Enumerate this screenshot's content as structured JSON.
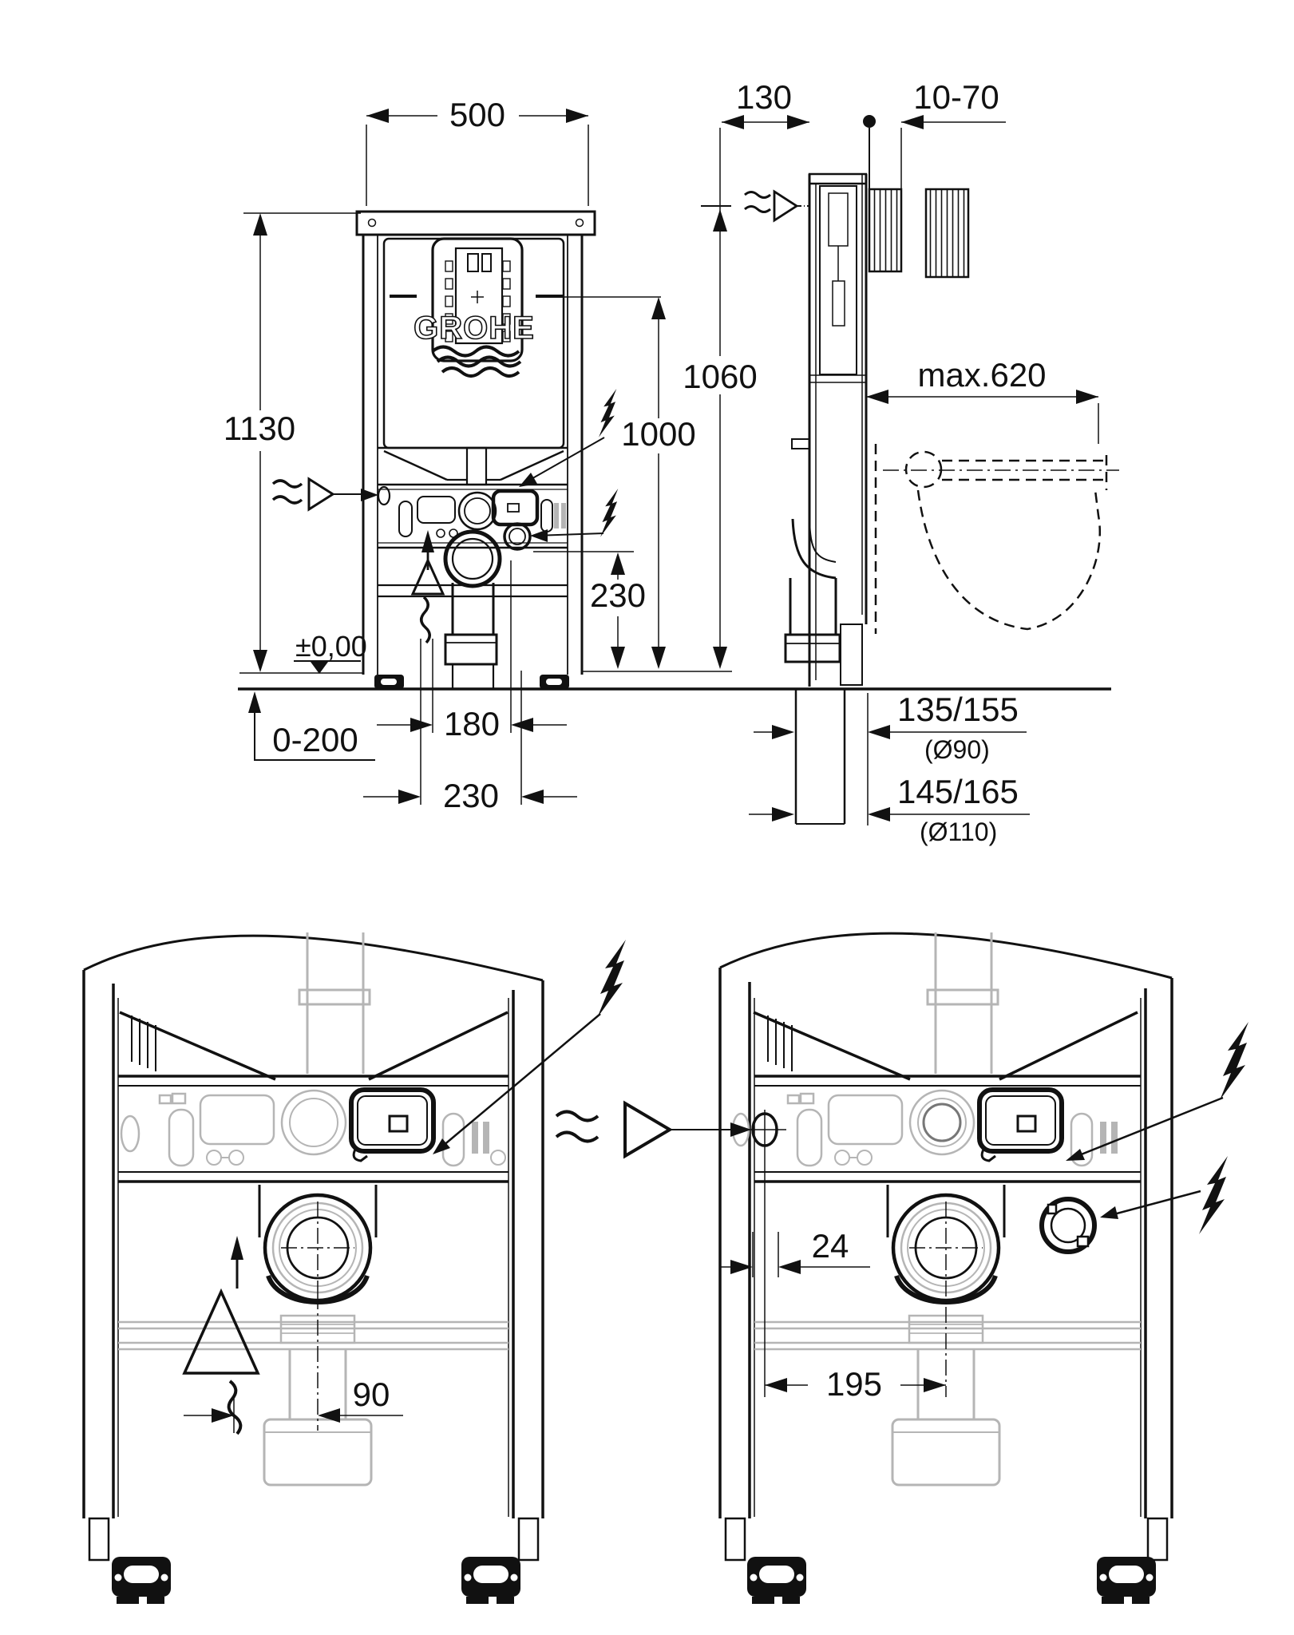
{
  "drawing": {
    "brand": "GROHE",
    "colors": {
      "line": "#111111",
      "light_gray": "#b5b5b5"
    },
    "top": {
      "front": {
        "width": "500",
        "height": "1130",
        "plate_height": "1000",
        "datum": "±0,00",
        "leg_range": "0-200",
        "drain_offset": "180",
        "supply_offset": "230"
      },
      "side": {
        "depth": "130",
        "wall_range": "10-70",
        "inlet_height": "1060",
        "seat_depth": "max.620",
        "outlet_height": "230",
        "outlet_90": "135/155",
        "outlet_90_dia": "(Ø90)",
        "outlet_110": "145/165",
        "outlet_110_dia": "(Ø110)"
      }
    },
    "bottom": {
      "left": {
        "vent_to_drain": "90"
      },
      "right": {
        "inlet_width": "24",
        "inlet_to_drain": "195"
      }
    }
  }
}
